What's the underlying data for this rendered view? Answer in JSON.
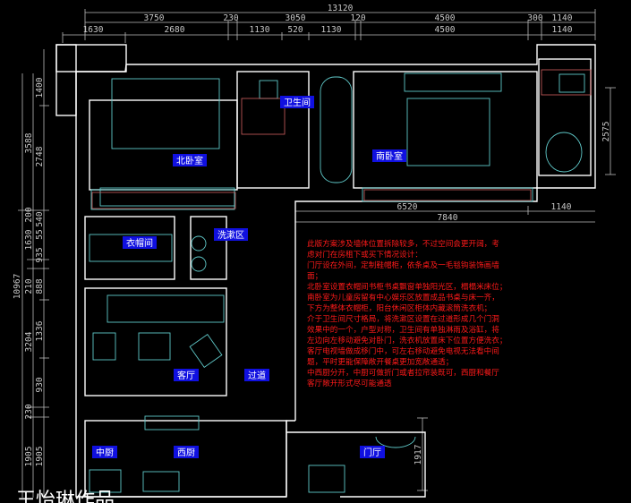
{
  "dimensions": {
    "top_total": "13120",
    "top_row1": [
      "3750",
      "230",
      "3050",
      "120",
      "4500",
      "300",
      "1140"
    ],
    "top_row2": [
      "1630",
      "2680",
      "1130",
      "520",
      "1130",
      "4500",
      "1140"
    ],
    "mid_row": [
      "6520",
      "1140"
    ],
    "mid_total": "7840",
    "left_total": "10967",
    "left_row1": [
      "3588",
      "200",
      "1630",
      "210",
      "3204",
      "230",
      "1905"
    ],
    "left_row2": [
      "1400",
      "2748",
      "540",
      "55",
      "935",
      "888",
      "1336",
      "930",
      "1905"
    ],
    "right_balcony": "2575",
    "foyer": "1917"
  },
  "rooms": {
    "north_bedroom": "北卧室",
    "bathroom": "卫生间",
    "south_bedroom": "南卧室",
    "cloakroom": "衣帽间",
    "wash_area": "洗漱区",
    "living_room": "客厅",
    "corridor": "过道",
    "chinese_kitchen": "中厨",
    "western_kitchen": "西厨",
    "foyer": "门厅"
  },
  "design_notes": [
    "此版方案涉及墙体位置拆除较多，不过空间会更开阔，考",
    "虑对门在房租下或买下情况设计：",
    "门厅设在外间，定制鞋帽柜，依条桌及一毛毯钩装饰画墙",
    "面；",
    "北卧室设置衣帽间书柜书桌飘窗单独阳光区，榻榻米床位；",
    "南卧室为儿童房留有中心娱乐区放置成品书桌与床一齐，",
    "下方为整体衣帽柜，阳台休闲区柜体内藏滚筒洗衣机；",
    "介于卫生间尺寸格局，将洗漱区设置在过道形成几个门洞",
    "效果中的一个，户型对称，卫生间有单独淋雨及浴缸，将",
    "左边向左移动避免对卧门，洗衣机放置床下位置方便洗衣；",
    "客厅电视墙做成移门中，可左右移动避免电视无法看中间",
    "题，平时更能保障敞开餐桌更加宽敞通透；",
    "中西厨分开，中厨可做折门或者拉帘装既可，西厨和餐厅",
    "客厅敞开形式尽可能通透"
  ],
  "watermark": "王怡琳作品",
  "colors": {
    "background": "#000000",
    "wall": "#ffffff",
    "furniture": "#5fc8c8",
    "dimension": "#c8c8c8",
    "annotation": "#d06060",
    "design_note": "#ff1a1a",
    "room_label_bg": "#1010e0"
  }
}
